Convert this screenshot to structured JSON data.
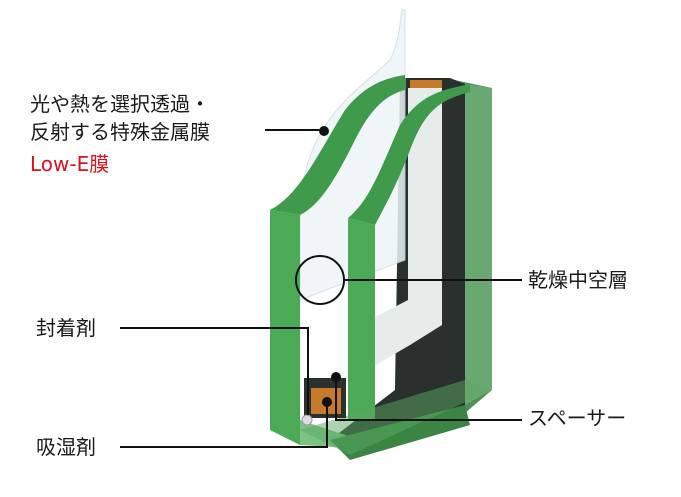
{
  "labels": {
    "lowe_line1": "光や熱を選択透過・",
    "lowe_line2": "反射する特殊金属膜",
    "lowe_name": "Low-E膜",
    "air_layer": "乾燥中空層",
    "sealant": "封着剤",
    "spacer": "スペーサー",
    "desiccant": "吸湿剤"
  },
  "colors": {
    "glass_green": "#3f9a4c",
    "spacer_dark": "#2a302d",
    "desiccant": "#c77a2c",
    "accent_red": "#e0101e"
  }
}
